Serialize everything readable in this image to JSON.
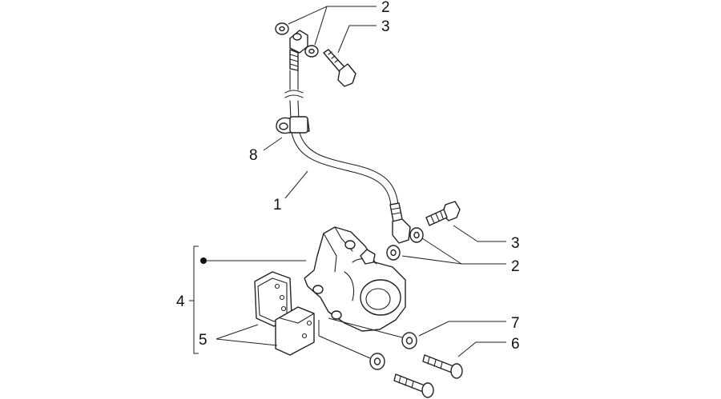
{
  "callouts": {
    "c1": "1",
    "c2_top": "2",
    "c3_top": "3",
    "c8": "8",
    "c3_right": "3",
    "c2_right": "2",
    "c4": "4",
    "c5": "5",
    "c7": "7",
    "c6": "6"
  },
  "colors": {
    "line": "#222222",
    "background": "#ffffff"
  }
}
